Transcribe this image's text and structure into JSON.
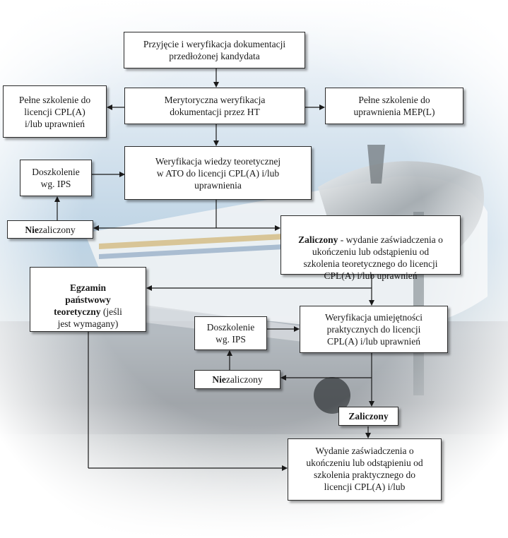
{
  "colors": {
    "box_border": "#2a2a2a",
    "connector": "#1a1a1a",
    "sky_top": "#ffffff",
    "sky_mid": "#c9dbe9",
    "tarmac": "#9aa0a6"
  },
  "boxes": {
    "acceptance": {
      "text": "Przyjęcie i weryfikacja dokumentacji\nprzedłożonej kandydata"
    },
    "merit": {
      "text": "Merytoryczna weryfikacja\ndokumentacji przez HT"
    },
    "full_cpl": {
      "text": "Pełne szkolenie do\nlicencji CPL(A)\ni/lub uprawnień"
    },
    "full_mep": {
      "text": "Pełne szkolenie do\nuprawnienia MEP(L)"
    },
    "theory_check": {
      "text": "Weryfikacja wiedzy teoretycznej\nw ATO do licencji CPL(A) i/lub\nuprawnienia"
    },
    "retrain_1": {
      "text": "Doszkolenie\nwg. IPS"
    },
    "failed_1": {
      "bold": "Nie",
      "rest": "zaliczony"
    },
    "passed_1": {
      "bold": "Zaliczony",
      "rest": " - wydanie zaświadczenia  o\nukończeniu lub odstąpieniu od\nszkolenia teoretycznego do licencji\nCPL(A) i/lub uprawnień"
    },
    "state_exam": {
      "bold": "Egzamin\npaństwowy\nteoretyczny",
      "rest": " (jeśli\njest wymagany)"
    },
    "practical_check": {
      "text": "Weryfikacja umiejętności\npraktycznych do licencji\nCPL(A) i/lub uprawnień"
    },
    "retrain_2": {
      "text": "Doszkolenie\nwg. IPS"
    },
    "failed_2": {
      "bold": "Nie",
      "rest": "zaliczony"
    },
    "passed_2": {
      "bold": "Zaliczony"
    },
    "certificate": {
      "text": "Wydanie zaświadczenia  o\nukończeniu lub odstąpieniu od\nszkolenia praktycznego do\nlicencji CPL(A) i/lub"
    }
  }
}
